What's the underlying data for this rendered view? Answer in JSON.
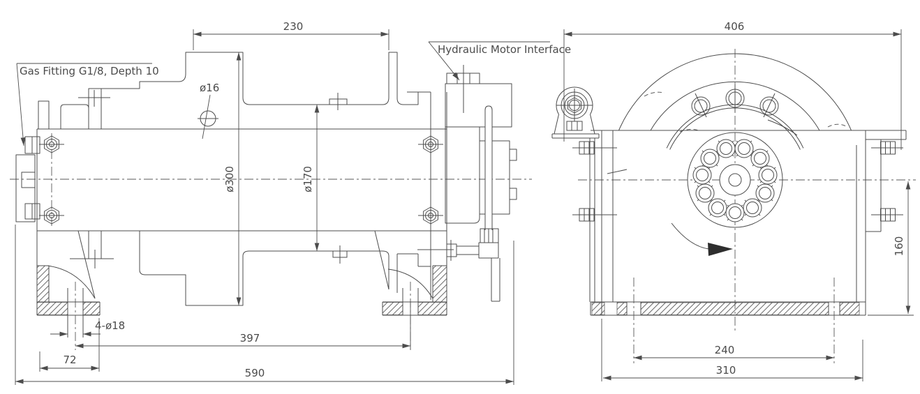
{
  "colors": {
    "line": "#4c4c4c",
    "background": "#ffffff",
    "arrow_fill": "#2e2e2e"
  },
  "side_view": {
    "callouts": {
      "gas_fitting": "Gas Fitting G1/8, Depth 10",
      "motor_interface": "Hydraulic Motor Interface"
    },
    "dimensions": {
      "drum_length": "230",
      "rope_hole_diameter": "ø16",
      "flange_diameter": "ø300",
      "drum_diameter": "ø170",
      "mount_holes": "4-ø18",
      "mount_hole_spacing": "397",
      "foot_width": "72",
      "overall_length": "590"
    }
  },
  "end_view": {
    "dimensions": {
      "overall_width": "406",
      "axis_height": "160",
      "mount_hole_spacing": "240",
      "base_width": "310"
    }
  }
}
